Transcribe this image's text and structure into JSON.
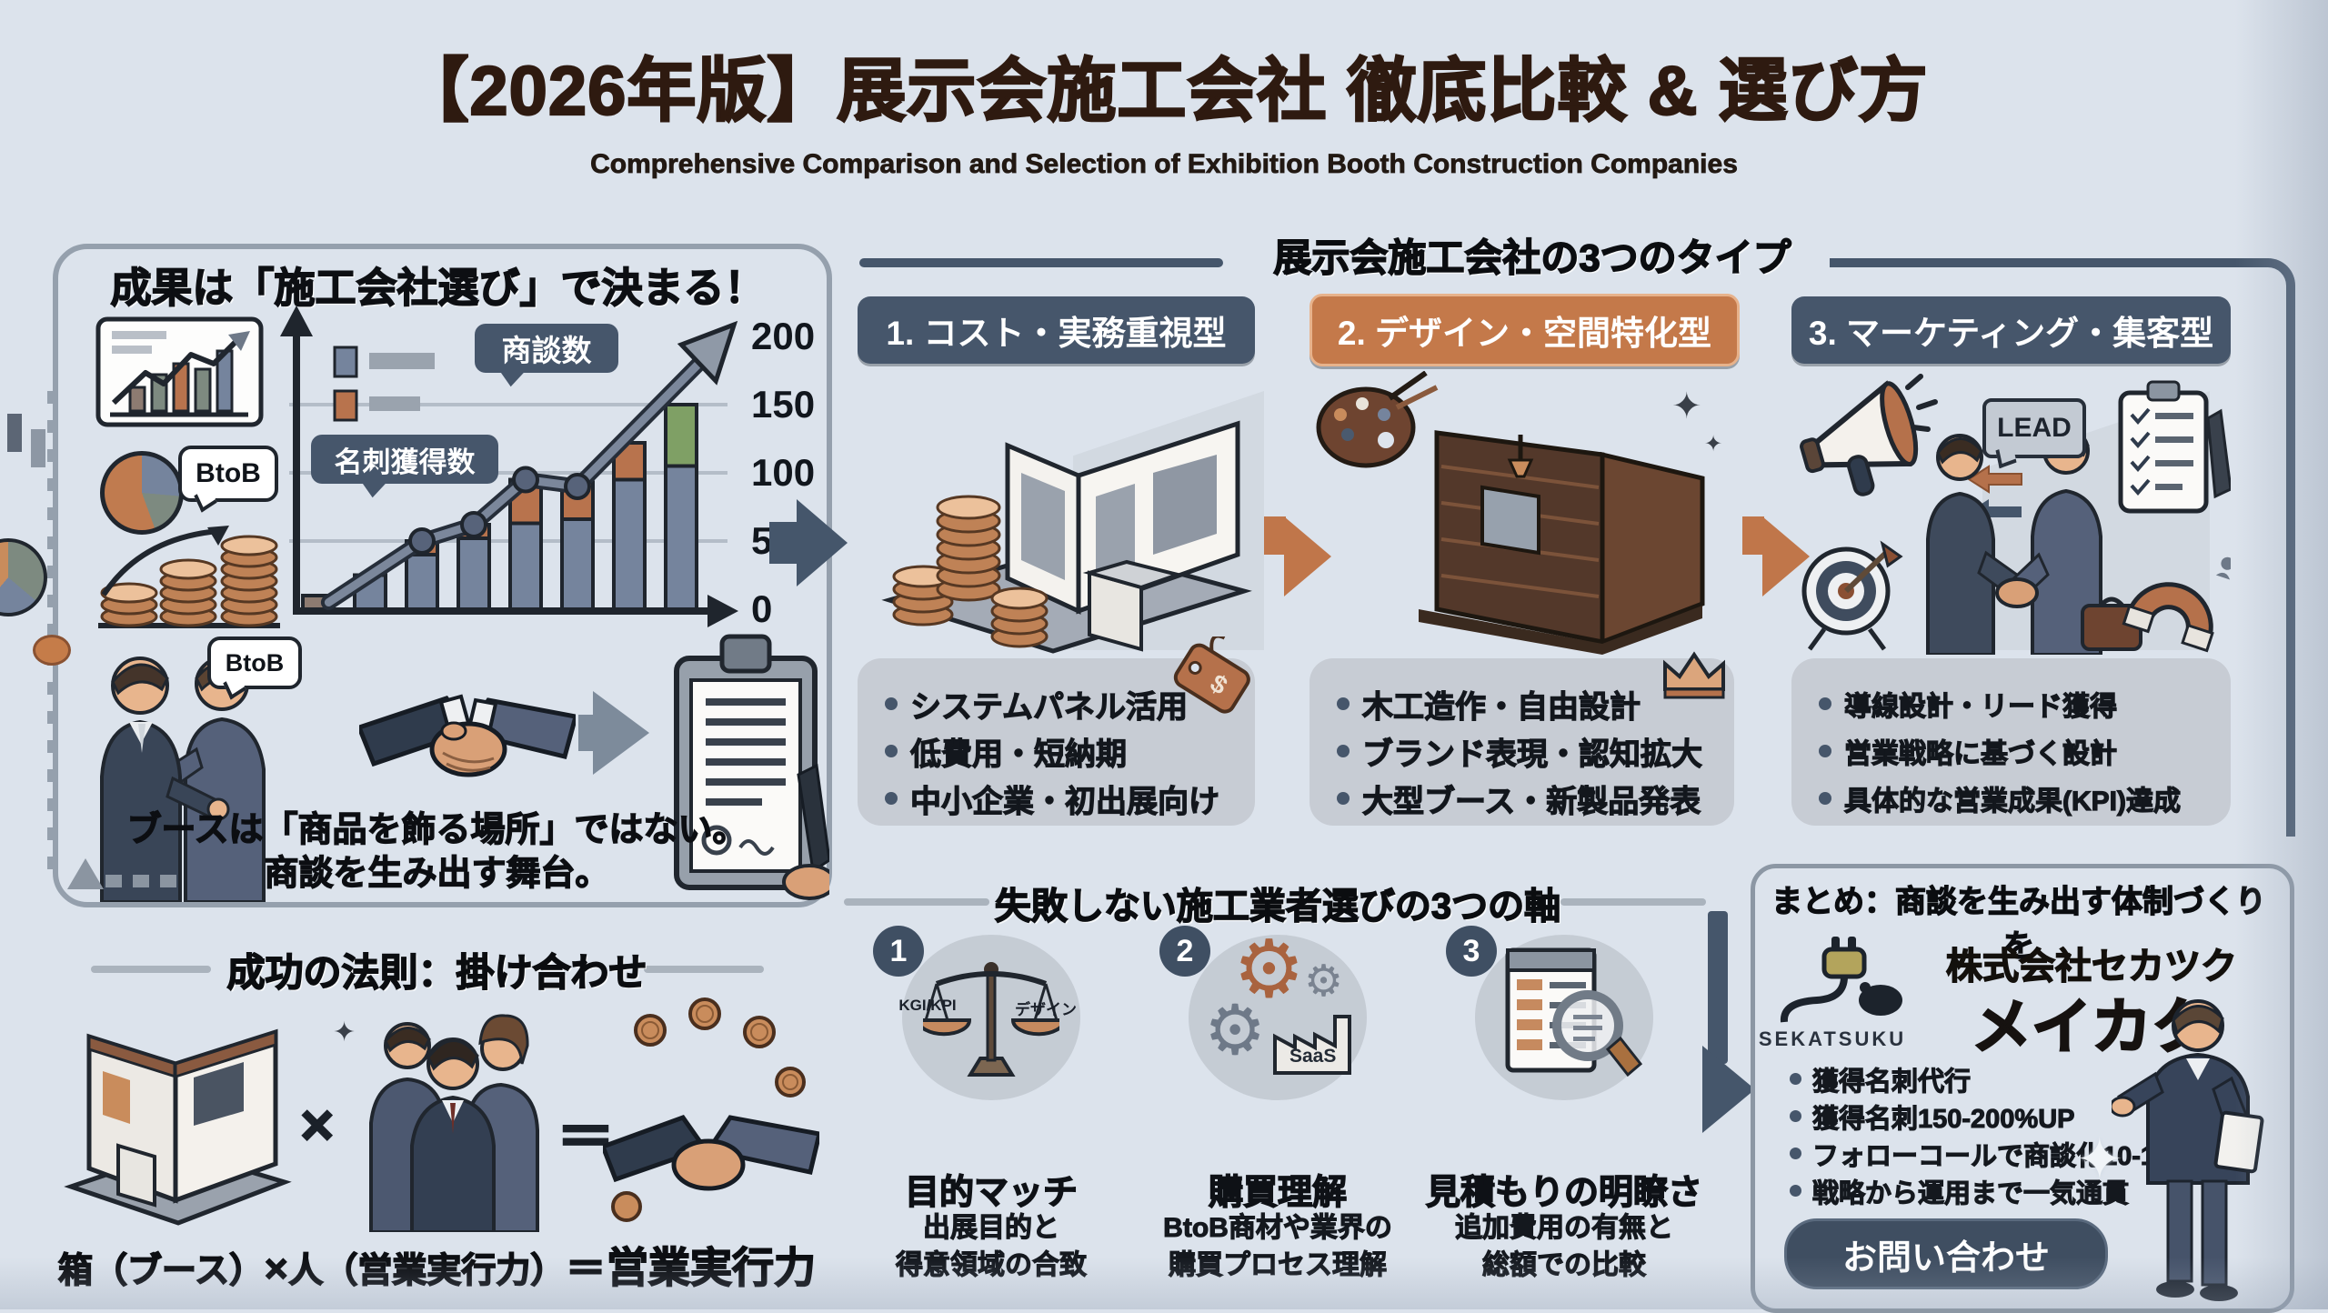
{
  "page": {
    "title": "【2026年版】展示会施工会社 徹底比較 & 選び方",
    "subtitle": "Comprehensive Comparison and Selection of Exhibition Booth Construction Companies"
  },
  "icons": {
    "gear": "⚙",
    "sparkle": "✦"
  },
  "colors": {
    "background": "#dce3ec",
    "slate": "#45566b",
    "orange": "#c4794a",
    "box_gray": "#c7ccd4",
    "bar_blue": "#75849d",
    "bar_orange": "#b8734d",
    "bar_green": "#7fa065",
    "title_text": "#2e1a10"
  },
  "left_panel": {
    "header": "成果は「施工会社選び」で決まる！",
    "btob_label": "BtoB",
    "caption_line1": "ブースは「商品を飾る場所」ではない。",
    "caption_line2": "商談を生み出す舞台。"
  },
  "chart_data": {
    "type": "bar",
    "categories": [
      "",
      "",
      "",
      "",
      "",
      "",
      "",
      ""
    ],
    "series": [
      {
        "name": "名刺獲得数",
        "type": "bar",
        "values": [
          10,
          25,
          50,
          62,
          95,
          93,
          122,
          150
        ]
      },
      {
        "name": "商談数",
        "type": "line",
        "values": [
          5,
          20,
          50,
          62,
          95,
          90,
          190
        ]
      }
    ],
    "bars": [
      {
        "base": 10,
        "top": 0,
        "base_color": "#8d7b71",
        "top_color": null
      },
      {
        "base": 25,
        "top": 0,
        "base_color": "#75849d",
        "top_color": null
      },
      {
        "base": 40,
        "top": 10,
        "base_color": "#75849d",
        "top_color": "#b8734d"
      },
      {
        "base": 52,
        "top": 10,
        "base_color": "#75849d",
        "top_color": "#b8734d"
      },
      {
        "base": 63,
        "top": 32,
        "base_color": "#75849d",
        "top_color": "#b8734d"
      },
      {
        "base": 66,
        "top": 27,
        "base_color": "#75849d",
        "top_color": "#b8734d"
      },
      {
        "base": 95,
        "top": 27,
        "base_color": "#75849d",
        "top_color": "#b8734d"
      },
      {
        "base": 105,
        "top": 45,
        "base_color": "#75849d",
        "top_color": "#7fa065"
      }
    ],
    "line_points": [
      [
        0.2,
        5
      ],
      [
        2,
        50
      ],
      [
        3,
        62
      ],
      [
        4,
        95
      ],
      [
        5,
        90
      ],
      [
        7.6,
        190
      ]
    ],
    "marker_indexes": [
      1,
      2,
      3,
      4
    ],
    "ylabels": [
      "200",
      "150",
      "100",
      "50",
      "0"
    ],
    "ylim": [
      0,
      200
    ],
    "grid_values": [
      50,
      100,
      150
    ],
    "annotation_line": "商談数",
    "annotation_bar": "名刺獲得数",
    "legend": true,
    "y_axis_side": "right"
  },
  "types_section": {
    "header": "展示会施工会社の3つのタイプ",
    "tag_symbol": "$",
    "lead_label": "LEAD",
    "columns": [
      {
        "pill": "1. コスト・実務重視型",
        "bullets": [
          "システムパネル活用",
          "低費用・短納期",
          "中小企業・初出展向け"
        ]
      },
      {
        "pill": "2. デザイン・空間特化型",
        "bullets": [
          "木工造作・自由設計",
          "ブランド表現・認知拡大",
          "大型ブース・新製品発表"
        ]
      },
      {
        "pill": "3. マーケティング・集客型",
        "bullets": [
          "導線設計・リード獲得",
          "営業戦略に基づく設計",
          "具体的な営業成果(KPI)達成"
        ]
      }
    ]
  },
  "success_section": {
    "header": "成功の法則：掛け合わせ",
    "big_times": "×",
    "big_equals": "＝",
    "terms": {
      "box": "箱（ブース）",
      "times": "×",
      "person": "人（営業実行力）",
      "equals": "＝",
      "result": "営業実行力"
    }
  },
  "axes_section": {
    "header": "失敗しない施工業者選びの3つの軸",
    "items": [
      {
        "number": "1",
        "title": "目的マッチ",
        "desc1": "出展目的と",
        "desc2": "得意領域の合致",
        "scale_left": "KGI/KPI",
        "scale_right": "デザイン"
      },
      {
        "number": "2",
        "title": "購買理解",
        "desc1": "BtoB商材や業界の",
        "desc2": "購買プロセス理解",
        "factory_label": "SaaS"
      },
      {
        "number": "3",
        "title": "見積もりの明瞭さ",
        "desc1": "追加費用の有無と",
        "desc2": "総額での比較"
      }
    ]
  },
  "summary_section": {
    "header": "まとめ：商談を生み出す体制づくりを",
    "logo_caption": "SEKATSUKU",
    "company": "株式会社セカツク",
    "brand": "メイカク",
    "bullets": [
      "獲得名刺代行",
      "獲得名刺150-200%UP",
      "フォローコールで商談化10-15%",
      "戦略から運用まで一気通貫"
    ],
    "cta_label": "お問い合わせ"
  }
}
